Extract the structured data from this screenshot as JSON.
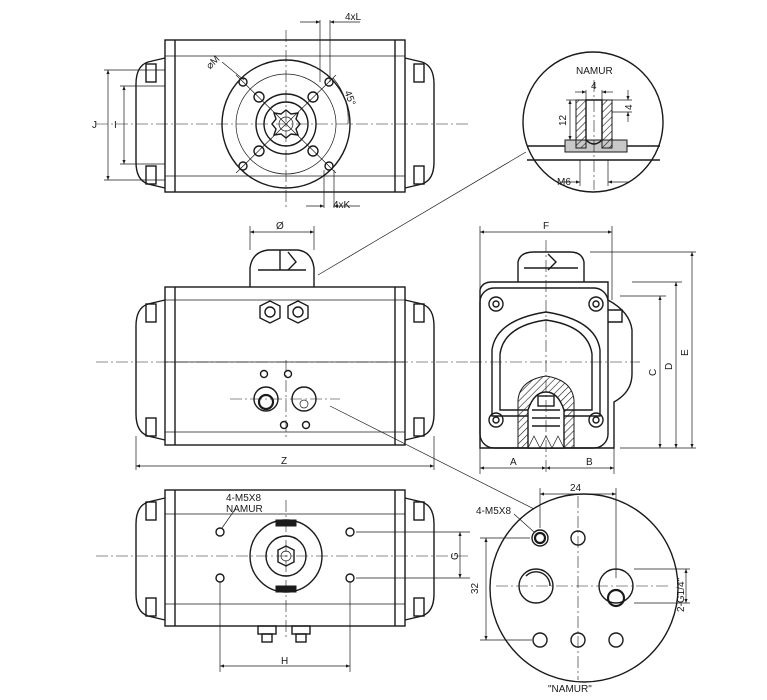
{
  "labels": {
    "top_4xL": "4xL",
    "top_4xK": "4xK",
    "top_diam_M": "⌀M",
    "top_angle": "45°",
    "dim_J": "J",
    "dim_I": "I",
    "namur_title": "NAMUR",
    "namur_4a": "4",
    "namur_4b": "4",
    "namur_12": "12",
    "namur_M6": "M6",
    "front_diam": "Ø",
    "dim_Z": "Z",
    "dim_F": "F",
    "dim_A": "A",
    "dim_B": "B",
    "dim_C": "C",
    "dim_D": "D",
    "dim_E": "E",
    "bottom_4M5X8": "4-M5X8",
    "bottom_namur": "NAMUR",
    "dim_G": "G",
    "dim_H": "H",
    "det_4M5X8": "4-M5X8",
    "det_24": "24",
    "det_32": "32",
    "det_2G14": "2-G1/4\"",
    "det_namur": "\"NAMUR\""
  },
  "colors": {
    "line": "#1a1a1a",
    "background": "#ffffff",
    "section_fill": "#c8c8c8"
  }
}
